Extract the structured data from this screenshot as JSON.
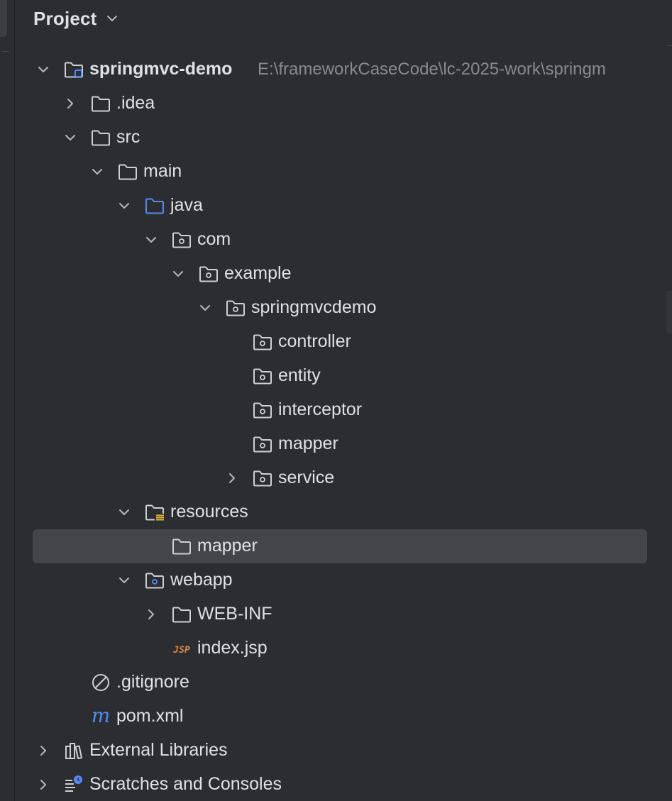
{
  "header": {
    "title": "Project"
  },
  "tree": [
    {
      "label": "springmvc-demo",
      "path": "E:\\frameworkCaseCode\\lc-2025-work\\springm",
      "depth": 0,
      "expand": "open",
      "icon": "module-folder-icon",
      "bold": true
    },
    {
      "label": ".idea",
      "depth": 1,
      "expand": "closed",
      "icon": "folder-icon"
    },
    {
      "label": "src",
      "depth": 1,
      "expand": "open",
      "icon": "folder-icon"
    },
    {
      "label": "main",
      "depth": 2,
      "expand": "open",
      "icon": "folder-icon"
    },
    {
      "label": "java",
      "depth": 3,
      "expand": "open",
      "icon": "source-folder-icon"
    },
    {
      "label": "com",
      "depth": 4,
      "expand": "open",
      "icon": "package-icon"
    },
    {
      "label": "example",
      "depth": 5,
      "expand": "open",
      "icon": "package-icon"
    },
    {
      "label": "springmvcdemo",
      "depth": 6,
      "expand": "open",
      "icon": "package-icon"
    },
    {
      "label": "controller",
      "depth": 7,
      "expand": "none",
      "icon": "package-icon"
    },
    {
      "label": "entity",
      "depth": 7,
      "expand": "none",
      "icon": "package-icon"
    },
    {
      "label": "interceptor",
      "depth": 7,
      "expand": "none",
      "icon": "package-icon"
    },
    {
      "label": "mapper",
      "depth": 7,
      "expand": "none",
      "icon": "package-icon"
    },
    {
      "label": "service",
      "depth": 7,
      "expand": "closed",
      "icon": "package-icon"
    },
    {
      "label": "resources",
      "depth": 3,
      "expand": "open",
      "icon": "resources-folder-icon"
    },
    {
      "label": "mapper",
      "depth": 4,
      "expand": "none",
      "icon": "folder-icon",
      "selected": true
    },
    {
      "label": "webapp",
      "depth": 3,
      "expand": "open",
      "icon": "web-folder-icon"
    },
    {
      "label": "WEB-INF",
      "depth": 4,
      "expand": "closed",
      "icon": "folder-icon"
    },
    {
      "label": "index.jsp",
      "depth": 4,
      "expand": "none",
      "icon": "jsp-file-icon"
    },
    {
      "label": ".gitignore",
      "depth": 1,
      "expand": "none",
      "icon": "ignore-file-icon"
    },
    {
      "label": "pom.xml",
      "depth": 1,
      "expand": "none",
      "icon": "maven-file-icon"
    },
    {
      "label": "External Libraries",
      "depth": 0,
      "expand": "closed",
      "icon": "libraries-icon"
    },
    {
      "label": "Scratches and Consoles",
      "depth": 0,
      "expand": "closed",
      "icon": "scratches-icon"
    }
  ],
  "colors": {
    "background": "#2b2d30",
    "text": "#dfe1e5",
    "path": "#868a91",
    "selection": "#43454a",
    "accent_blue": "#548af7",
    "jsp_orange": "#d9874b"
  },
  "icons": {
    "jsp_glyph": "JSP",
    "maven_glyph": "m"
  }
}
